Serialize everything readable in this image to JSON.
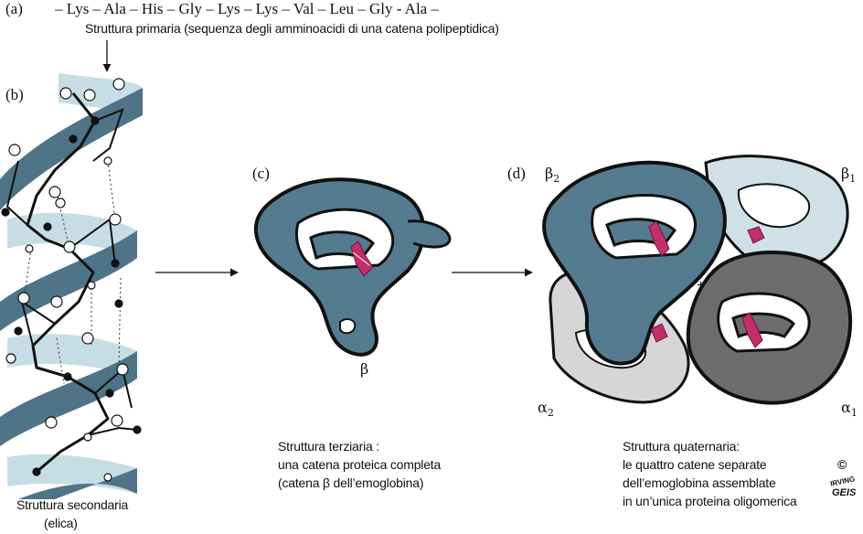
{
  "sequence": {
    "tag": "(a)",
    "text": "– Lys – Ala – His – Gly – Lys – Lys – Val – Leu – Gly - Ala –",
    "caption": "Struttura primaria (sequenza degli amminoacidi di una catena polipeptidica)"
  },
  "secondary": {
    "tag": "(b)",
    "caption_line1": "Struttura secondaria",
    "caption_line2": "(elica)"
  },
  "tertiary": {
    "tag": "(c)",
    "chain_label": "β",
    "caption_line1": "Struttura terziaria :",
    "caption_line2": "una catena proteica completa",
    "caption_line3": "(catena β dell’emoglobina)"
  },
  "quaternary": {
    "tag": "(d)",
    "beta2": "β",
    "beta2_sub": "2",
    "beta1": "β",
    "beta1_sub": "1",
    "alpha2": "α",
    "alpha2_sub": "2",
    "alpha1": "α",
    "alpha1_sub": "1",
    "center_mark": "+",
    "caption_line1": "Struttura quaternaria:",
    "caption_line2": "le quattro catene separate",
    "caption_line3": "dell’emoglobina assemblate",
    "caption_line4": "in un’unica proteina oligomerica"
  },
  "signature": {
    "copyright": "©",
    "line1": "IRVING",
    "line2": "GEIS"
  },
  "colors": {
    "helix_dark": "#4f7387",
    "helix_light": "#c7dde5",
    "chain_blue": "#557b91",
    "chain_lightblue": "#cfe0e7",
    "chain_gray": "#6d6d6d",
    "chain_lightgray": "#d6d6d6",
    "heme": "#c2306a"
  }
}
